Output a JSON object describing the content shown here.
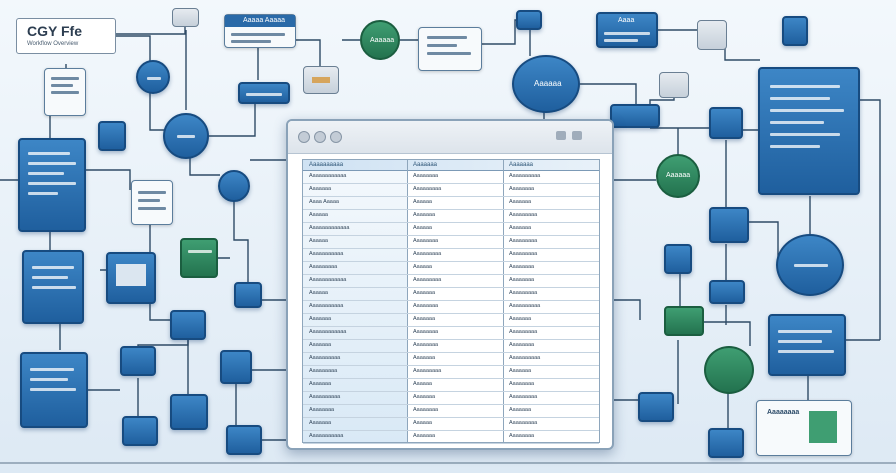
{
  "title_card": {
    "title": "CGY Ffe",
    "subtitle": "Workflow Overview"
  },
  "main_window": {
    "titlebar_text": "",
    "grid": {
      "headers": [
        "Aaaaaaaaaa",
        "Aaaaaaa",
        "Aaaaaaa"
      ],
      "rows": [
        [
          "Aaaaaaaaaaaa",
          "Aaaaaaaa",
          "Aaaaaaaaaa"
        ],
        [
          "Aaaaaaa",
          "Aaaaaaaaa",
          "Aaaaaaaa"
        ],
        [
          "Aaaa Aaaaa",
          "Aaaaaa",
          "Aaaaaaa"
        ],
        [
          "Aaaaaa",
          "Aaaaaaa",
          "Aaaaaaaaa"
        ],
        [
          "Aaaaaaaaaaaaa",
          "Aaaaaa",
          "Aaaaaaa"
        ],
        [
          "Aaaaaa",
          "Aaaaaaaa",
          "Aaaaaaaaa"
        ],
        [
          "Aaaaaaaaaaa",
          "Aaaaaaaaa",
          "Aaaaaaaaa"
        ],
        [
          "Aaaaaaaaa",
          "Aaaaaa",
          "Aaaaaaaa"
        ],
        [
          "Aaaaaaaaaaaa",
          "Aaaaaaaaa",
          "Aaaaaaaa"
        ],
        [
          "Aaaaaa",
          "Aaaaaaa",
          "Aaaaaaaaa"
        ],
        [
          "Aaaaaaaaaaa",
          "Aaaaaaaa",
          "Aaaaaaaaaa"
        ],
        [
          "Aaaaaaa",
          "Aaaaaaa",
          "Aaaaaaa"
        ],
        [
          "Aaaaaaaaaaaa",
          "Aaaaaaaa",
          "Aaaaaaaaa"
        ],
        [
          "Aaaaaaa",
          "Aaaaaaaa",
          "Aaaaaaaa"
        ],
        [
          "Aaaaaaaaaa",
          "Aaaaaaa",
          "Aaaaaaaaaa"
        ],
        [
          "Aaaaaaaaa",
          "Aaaaaaaaa",
          "Aaaaaaa"
        ],
        [
          "Aaaaaaa",
          "Aaaaaa",
          "Aaaaaaaa"
        ],
        [
          "Aaaaaaaaaa",
          "Aaaaaaa",
          "Aaaaaaaaa"
        ],
        [
          "Aaaaaaaa",
          "Aaaaaaaa",
          "Aaaaaaa"
        ],
        [
          "Aaaaaaa",
          "Aaaaaa",
          "Aaaaaaaaa"
        ],
        [
          "Aaaaaaaaaaa",
          "Aaaaaaa",
          "Aaaaaaaa"
        ]
      ]
    }
  },
  "nodes": {
    "top_banner": "Aaaaa Aaaaa",
    "circle_top": "Aaaaaa",
    "right_top_banner": "Aaaa",
    "circle_big": "Aaaaaa",
    "circle_right": "Aaaaaa",
    "legend_box": "Aaaaaaaa"
  },
  "colors": {
    "accent": "#1f5f9e",
    "green": "#23734f",
    "wire": "#2f4b66"
  }
}
